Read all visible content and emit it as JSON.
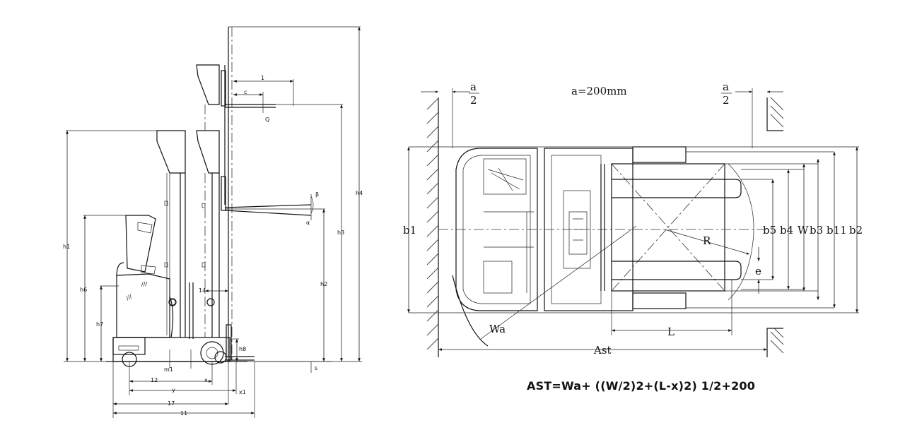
{
  "side_view": {
    "labels": {
      "h1": "h1",
      "h6": "h6",
      "h7": "h7",
      "h3": "h3",
      "h4": "h4",
      "h2": "h2",
      "h8": "h8",
      "dim_1": "1",
      "c": "c",
      "q": "Q",
      "beta": "β",
      "alpha": "α",
      "dim_14": "14",
      "m1": "m1",
      "x": "x",
      "dim_12": "12",
      "y": "y",
      "x1": "x1",
      "dim_17": "17",
      "dim_11": "11",
      "s": "s"
    }
  },
  "top_view": {
    "aisle_label": "a=200mm",
    "half_a_left": {
      "num": "a",
      "den": "2"
    },
    "half_a_right": {
      "num": "a",
      "den": "2"
    },
    "labels": {
      "b1": "b1",
      "b5": "b5",
      "b4": "b4",
      "W": "W",
      "b3": "b3",
      "b11": "b11",
      "b2": "b2",
      "R": "R",
      "e": "e",
      "Wa": "Wa",
      "L": "L",
      "Ast": "Ast"
    }
  },
  "formula": "AST=Wa+ ((W/2)2+(L-x)2) 1/2+200"
}
